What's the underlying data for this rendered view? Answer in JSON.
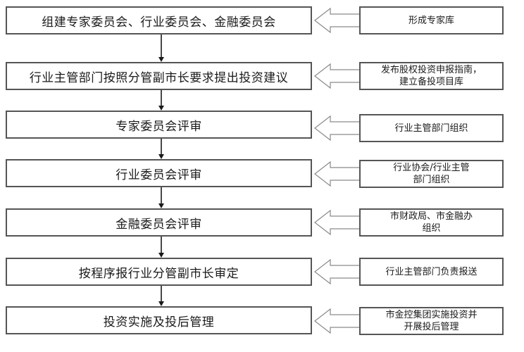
{
  "steps": [
    {
      "label": "组建专家委员会、行业委员会、金融委员会",
      "note_lines": [
        "形成专家库"
      ]
    },
    {
      "label": "行业主管部门按照分管副市长要求提出投资建议",
      "note_lines": [
        "发布股权投资申报指南，",
        "建立备投项目库"
      ]
    },
    {
      "label": "专家委员会评审",
      "note_lines": [
        "行业主管部门组织"
      ]
    },
    {
      "label": "行业委员会评审",
      "note_lines": [
        "行业协会/行业主管",
        "部门组织"
      ]
    },
    {
      "label": "金融委员会评审",
      "note_lines": [
        "市财政局、市金融办",
        "组织"
      ]
    },
    {
      "label": "按程序报行业分管副市长审定",
      "note_lines": [
        "行业主管部门负责报送"
      ]
    },
    {
      "label": "投资实施及投后管理",
      "note_lines": [
        "市金控集团实施投资并",
        "开展投后管理"
      ]
    }
  ],
  "colors": {
    "border": "#555555",
    "arrow": "#1a1a1a",
    "hollow_arrow": "#8a8a8a"
  }
}
